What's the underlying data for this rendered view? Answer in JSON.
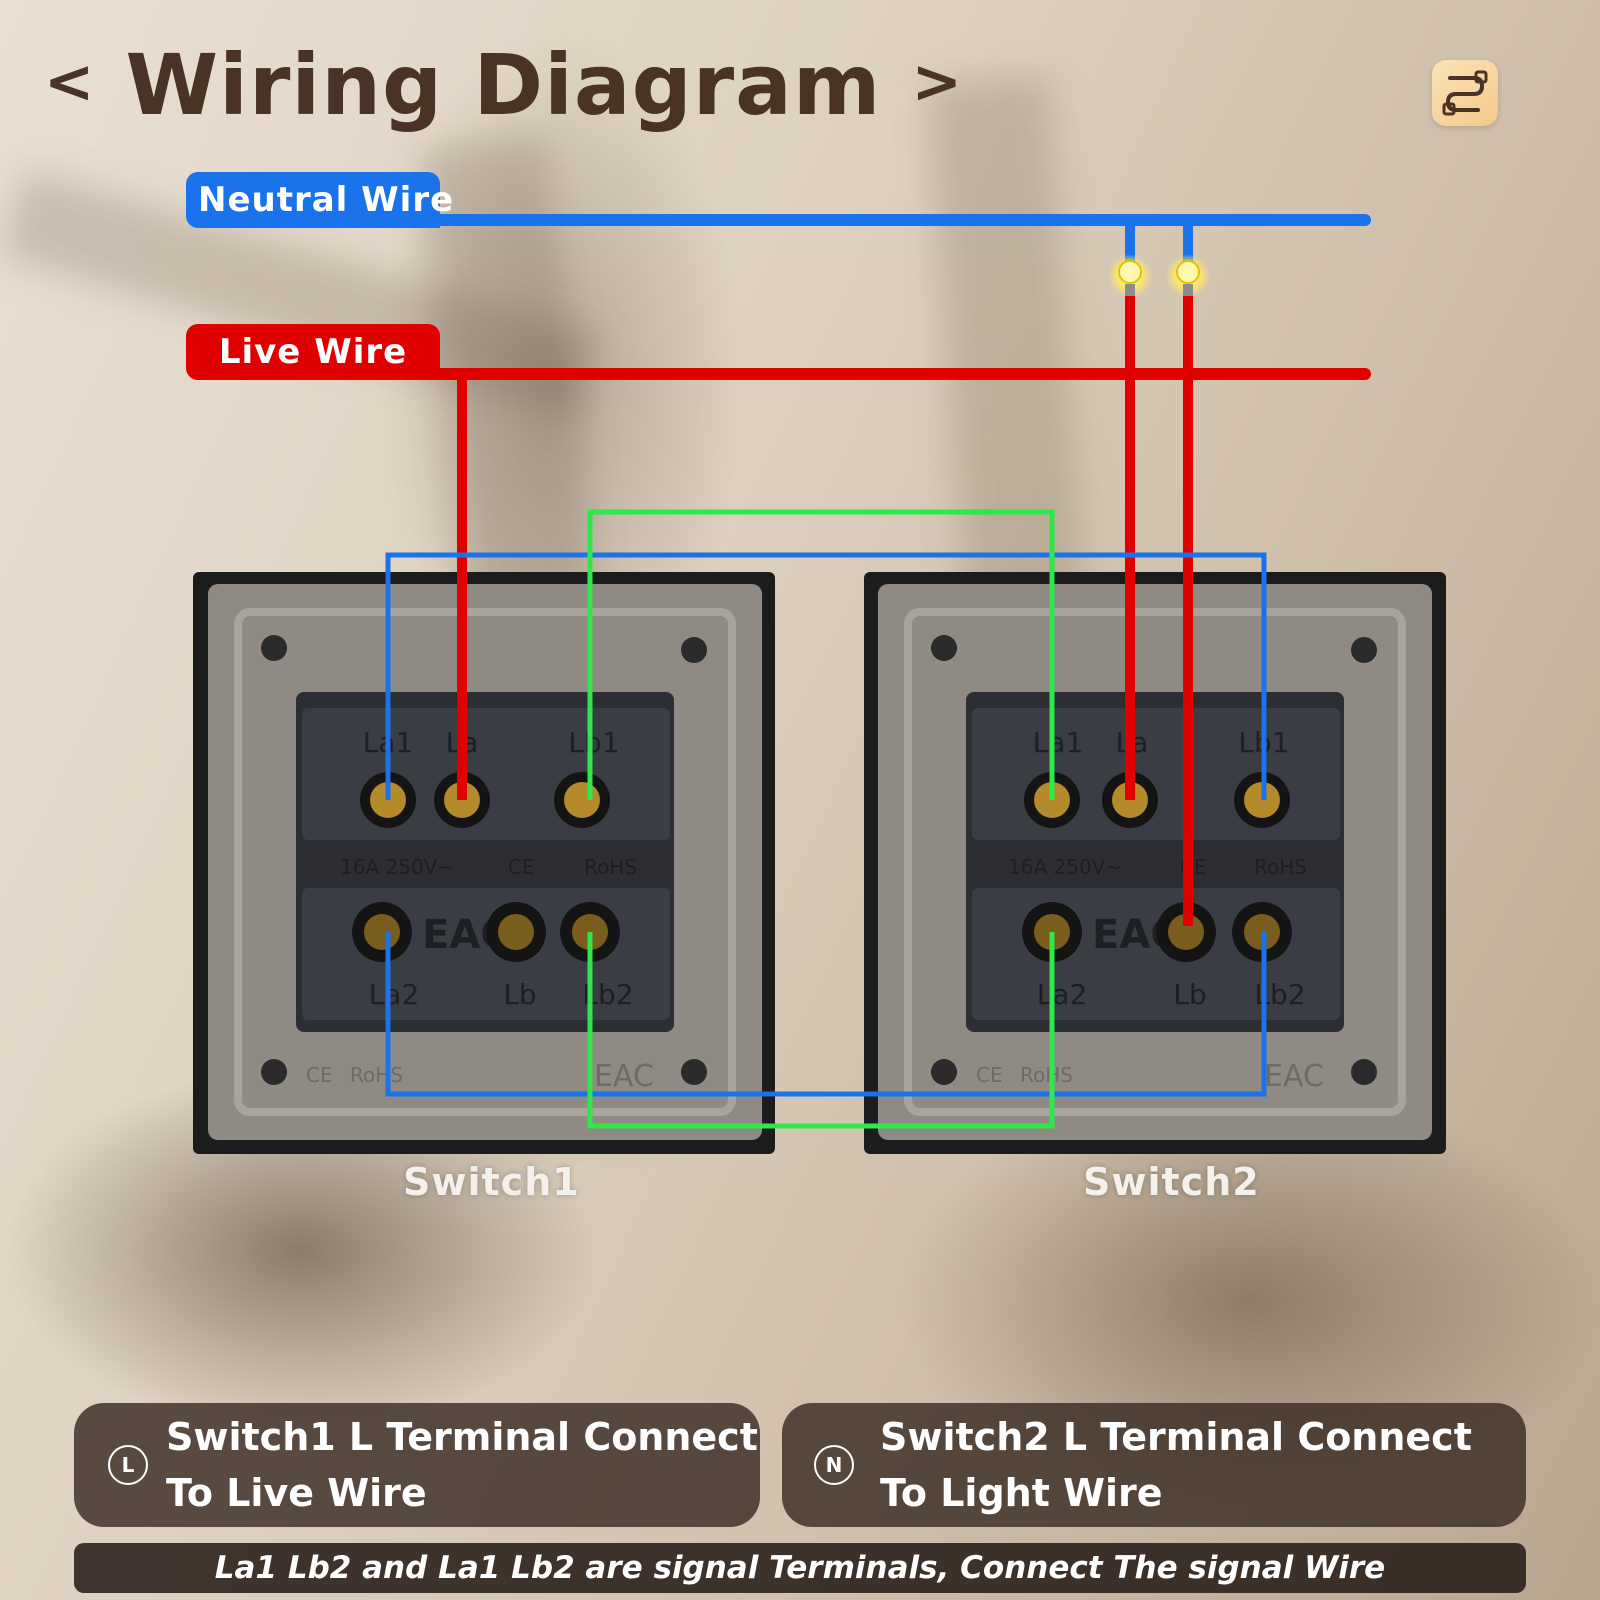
{
  "title": {
    "open_bracket": "<",
    "text": "Wiring Diagram",
    "close_bracket": ">"
  },
  "wires": {
    "neutral_label": "Neutral Wire",
    "live_label": "Live Wire"
  },
  "switches": [
    {
      "caption": "Switch1",
      "terminals": {
        "la1": "La1",
        "la": "La",
        "lb1": "Lb1",
        "la2": "La2",
        "lb": "Lb",
        "lb2": "Lb2"
      },
      "rating": "16A 250V~",
      "ce": "CE",
      "rohs": "RoHS",
      "eac": "EAC",
      "frame_ce": "CE",
      "frame_rohs": "RoHS",
      "frame_eac": "EAC"
    },
    {
      "caption": "Switch2",
      "terminals": {
        "la1": "La1",
        "la": "La",
        "lb1": "Lb1",
        "la2": "La2",
        "lb": "Lb",
        "lb2": "Lb2"
      },
      "rating": "16A 250V~",
      "ce": "CE",
      "rohs": "RoHS",
      "eac": "EAC",
      "frame_ce": "CE",
      "frame_rohs": "RoHS",
      "frame_eac": "EAC"
    }
  ],
  "notes": [
    {
      "badge": "L",
      "line1": "Switch1 L Terminal Connect",
      "line2": "To Live Wire"
    },
    {
      "badge": "N",
      "line1": "Switch2 L Terminal Connect",
      "line2": "To Light Wire"
    }
  ],
  "footer": "La1 Lb2 and La1 Lb2 are signal Terminals, Connect The signal Wire",
  "icons": {
    "corner": "wiring-icon",
    "bulbs": [
      "light-bulb-icon",
      "light-bulb-icon"
    ]
  },
  "colors": {
    "neutral": "#1a73ea",
    "live": "#e00000",
    "signal": "#2ee84a",
    "title": "#4a3226"
  }
}
